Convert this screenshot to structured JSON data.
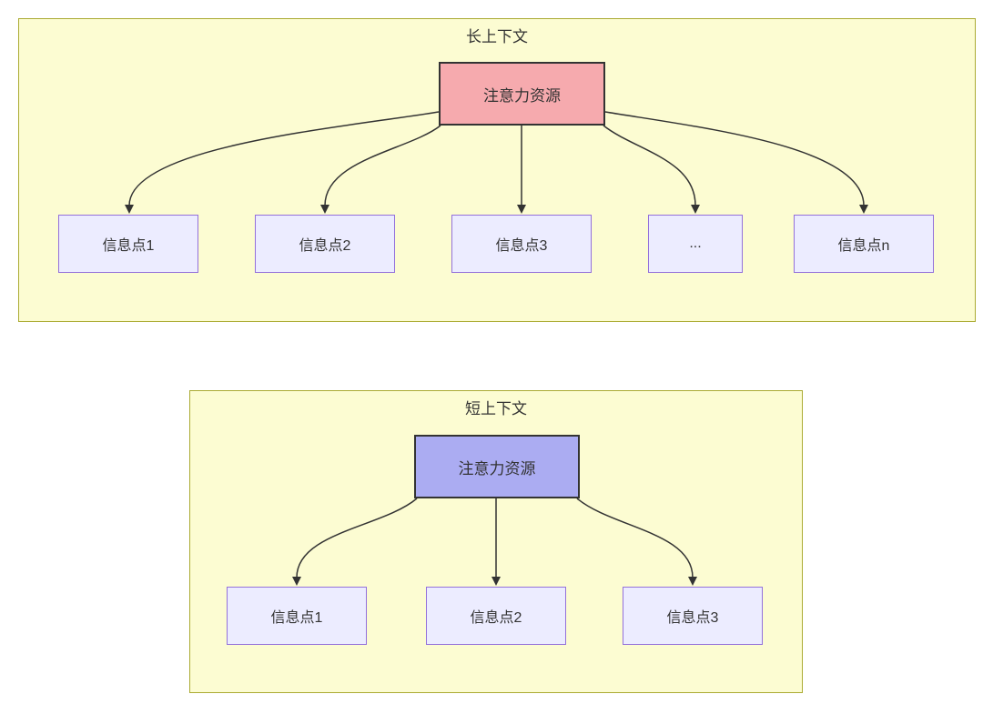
{
  "colors": {
    "canvas_bg": "#ffffff",
    "panel_fill": "#fcfcd2",
    "panel_border": "#abab33",
    "info_node_fill": "#ececff",
    "info_node_border": "#9370db",
    "attention_long_fill": "#f6aaae",
    "attention_short_fill": "#abacf2",
    "attention_border": "#333333",
    "edge_color": "#333333",
    "text_color": "#333333"
  },
  "long_context": {
    "title": "长上下文",
    "attention": "注意力资源",
    "info_points": [
      "信息点1",
      "信息点2",
      "信息点3",
      "...",
      "信息点n"
    ]
  },
  "short_context": {
    "title": "短上下文",
    "attention": "注意力资源",
    "info_points": [
      "信息点1",
      "信息点2",
      "信息点3"
    ]
  }
}
